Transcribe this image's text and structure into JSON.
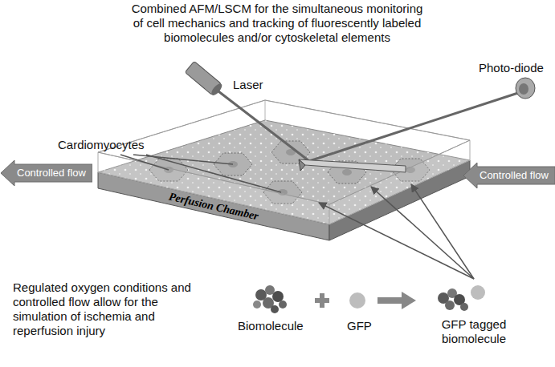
{
  "diagram": {
    "title": "Combined AFM/LSCM for the simultaneous monitoring of cell mechanics and tracking of fluorescently labeled biomolecules and/or cytoskeletal elements",
    "nodes": [
      {
        "text": [
          "Controlled flow"
        ]
      },
      {
        "text": [
          "Perfusion Chamber"
        ]
      },
      {
        "text": [
          "Controlled flow"
        ]
      }
    ],
    "labels": [
      "Laser",
      "Photo-diode",
      "Cardiomyocytes",
      "Regulated oxygen conditions and controlled flow allow for the simulation of ischemia and reperfusion injury",
      "Biomolecule",
      "GFP",
      "GFP tagged biomolecule"
    ]
  }
}
